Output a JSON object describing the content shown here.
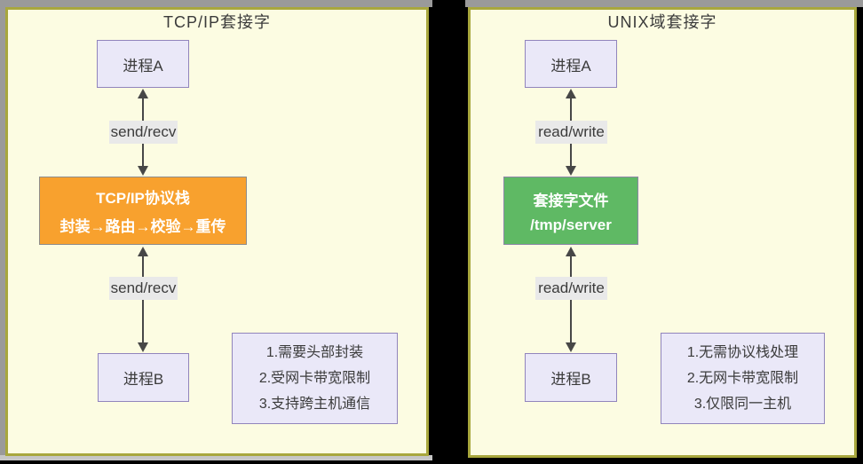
{
  "colors": {
    "page_bg": "#000000",
    "chrome_gray": "#9A9A9A",
    "panel_bg": "#FCFCE2",
    "panel_border": "#A8A73D",
    "node_fill": "#EAE8F8",
    "node_border": "#9185BC",
    "tcp_stack_fill": "#F8A12E",
    "socket_file_fill": "#5FB964",
    "arrow": "#474747",
    "label_bg": "#E9E9E9",
    "text": "#3B3B3B"
  },
  "panels": [
    {
      "title": "TCP/IP套接字",
      "process_a": "进程A",
      "process_b": "进程B",
      "link_label_top": "send/recv",
      "link_label_bottom": "send/recv",
      "middle_box": {
        "line1": "TCP/IP协议栈",
        "line2": "封装→路由→校验→重传"
      },
      "note": {
        "item1": "1.需要头部封装",
        "item2": "2.受网卡带宽限制",
        "item3": "3.支持跨主机通信"
      }
    },
    {
      "title": "UNIX域套接字",
      "process_a": "进程A",
      "process_b": "进程B",
      "link_label_top": "read/write",
      "link_label_bottom": "read/write",
      "middle_box": {
        "line1": "套接字文件",
        "line2": "/tmp/server"
      },
      "note": {
        "item1": "1.无需协议栈处理",
        "item2": "2.无网卡带宽限制",
        "item3": "3.仅限同一主机"
      }
    }
  ]
}
